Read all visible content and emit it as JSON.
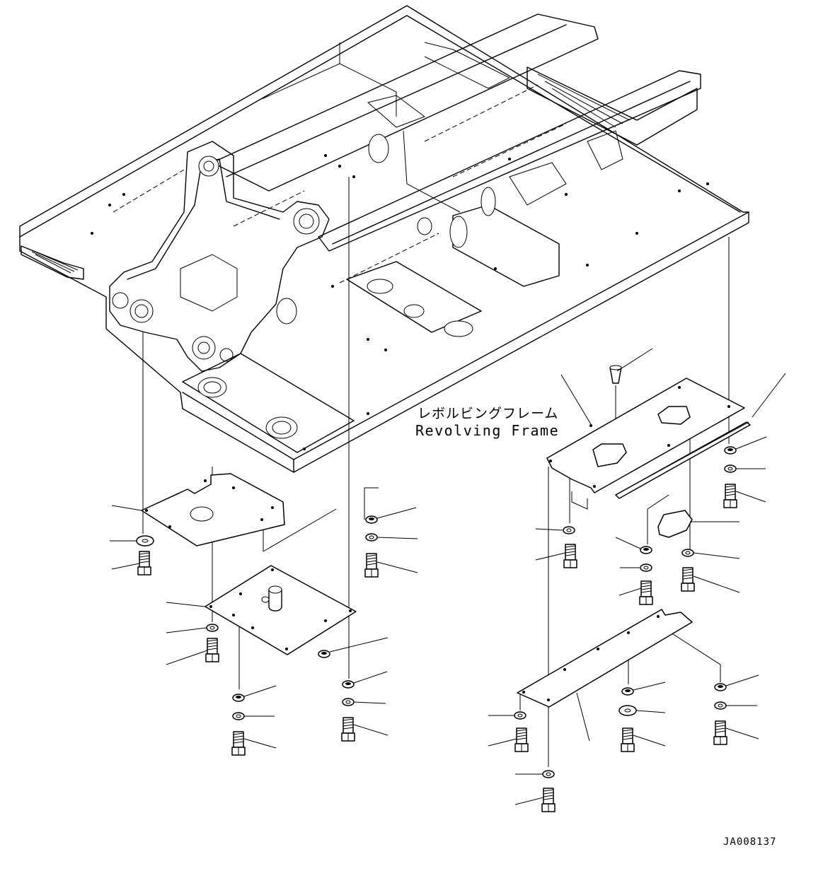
{
  "figure": {
    "frame_label_ja": "レボルビングフレーム",
    "frame_label_en": "Revolving Frame",
    "figure_id": "JA008137"
  },
  "colors": {
    "line": "#000000",
    "background": "#ffffff"
  },
  "icons": [
    "revolving-frame-drawing",
    "cover-plate",
    "bolt",
    "washer"
  ]
}
